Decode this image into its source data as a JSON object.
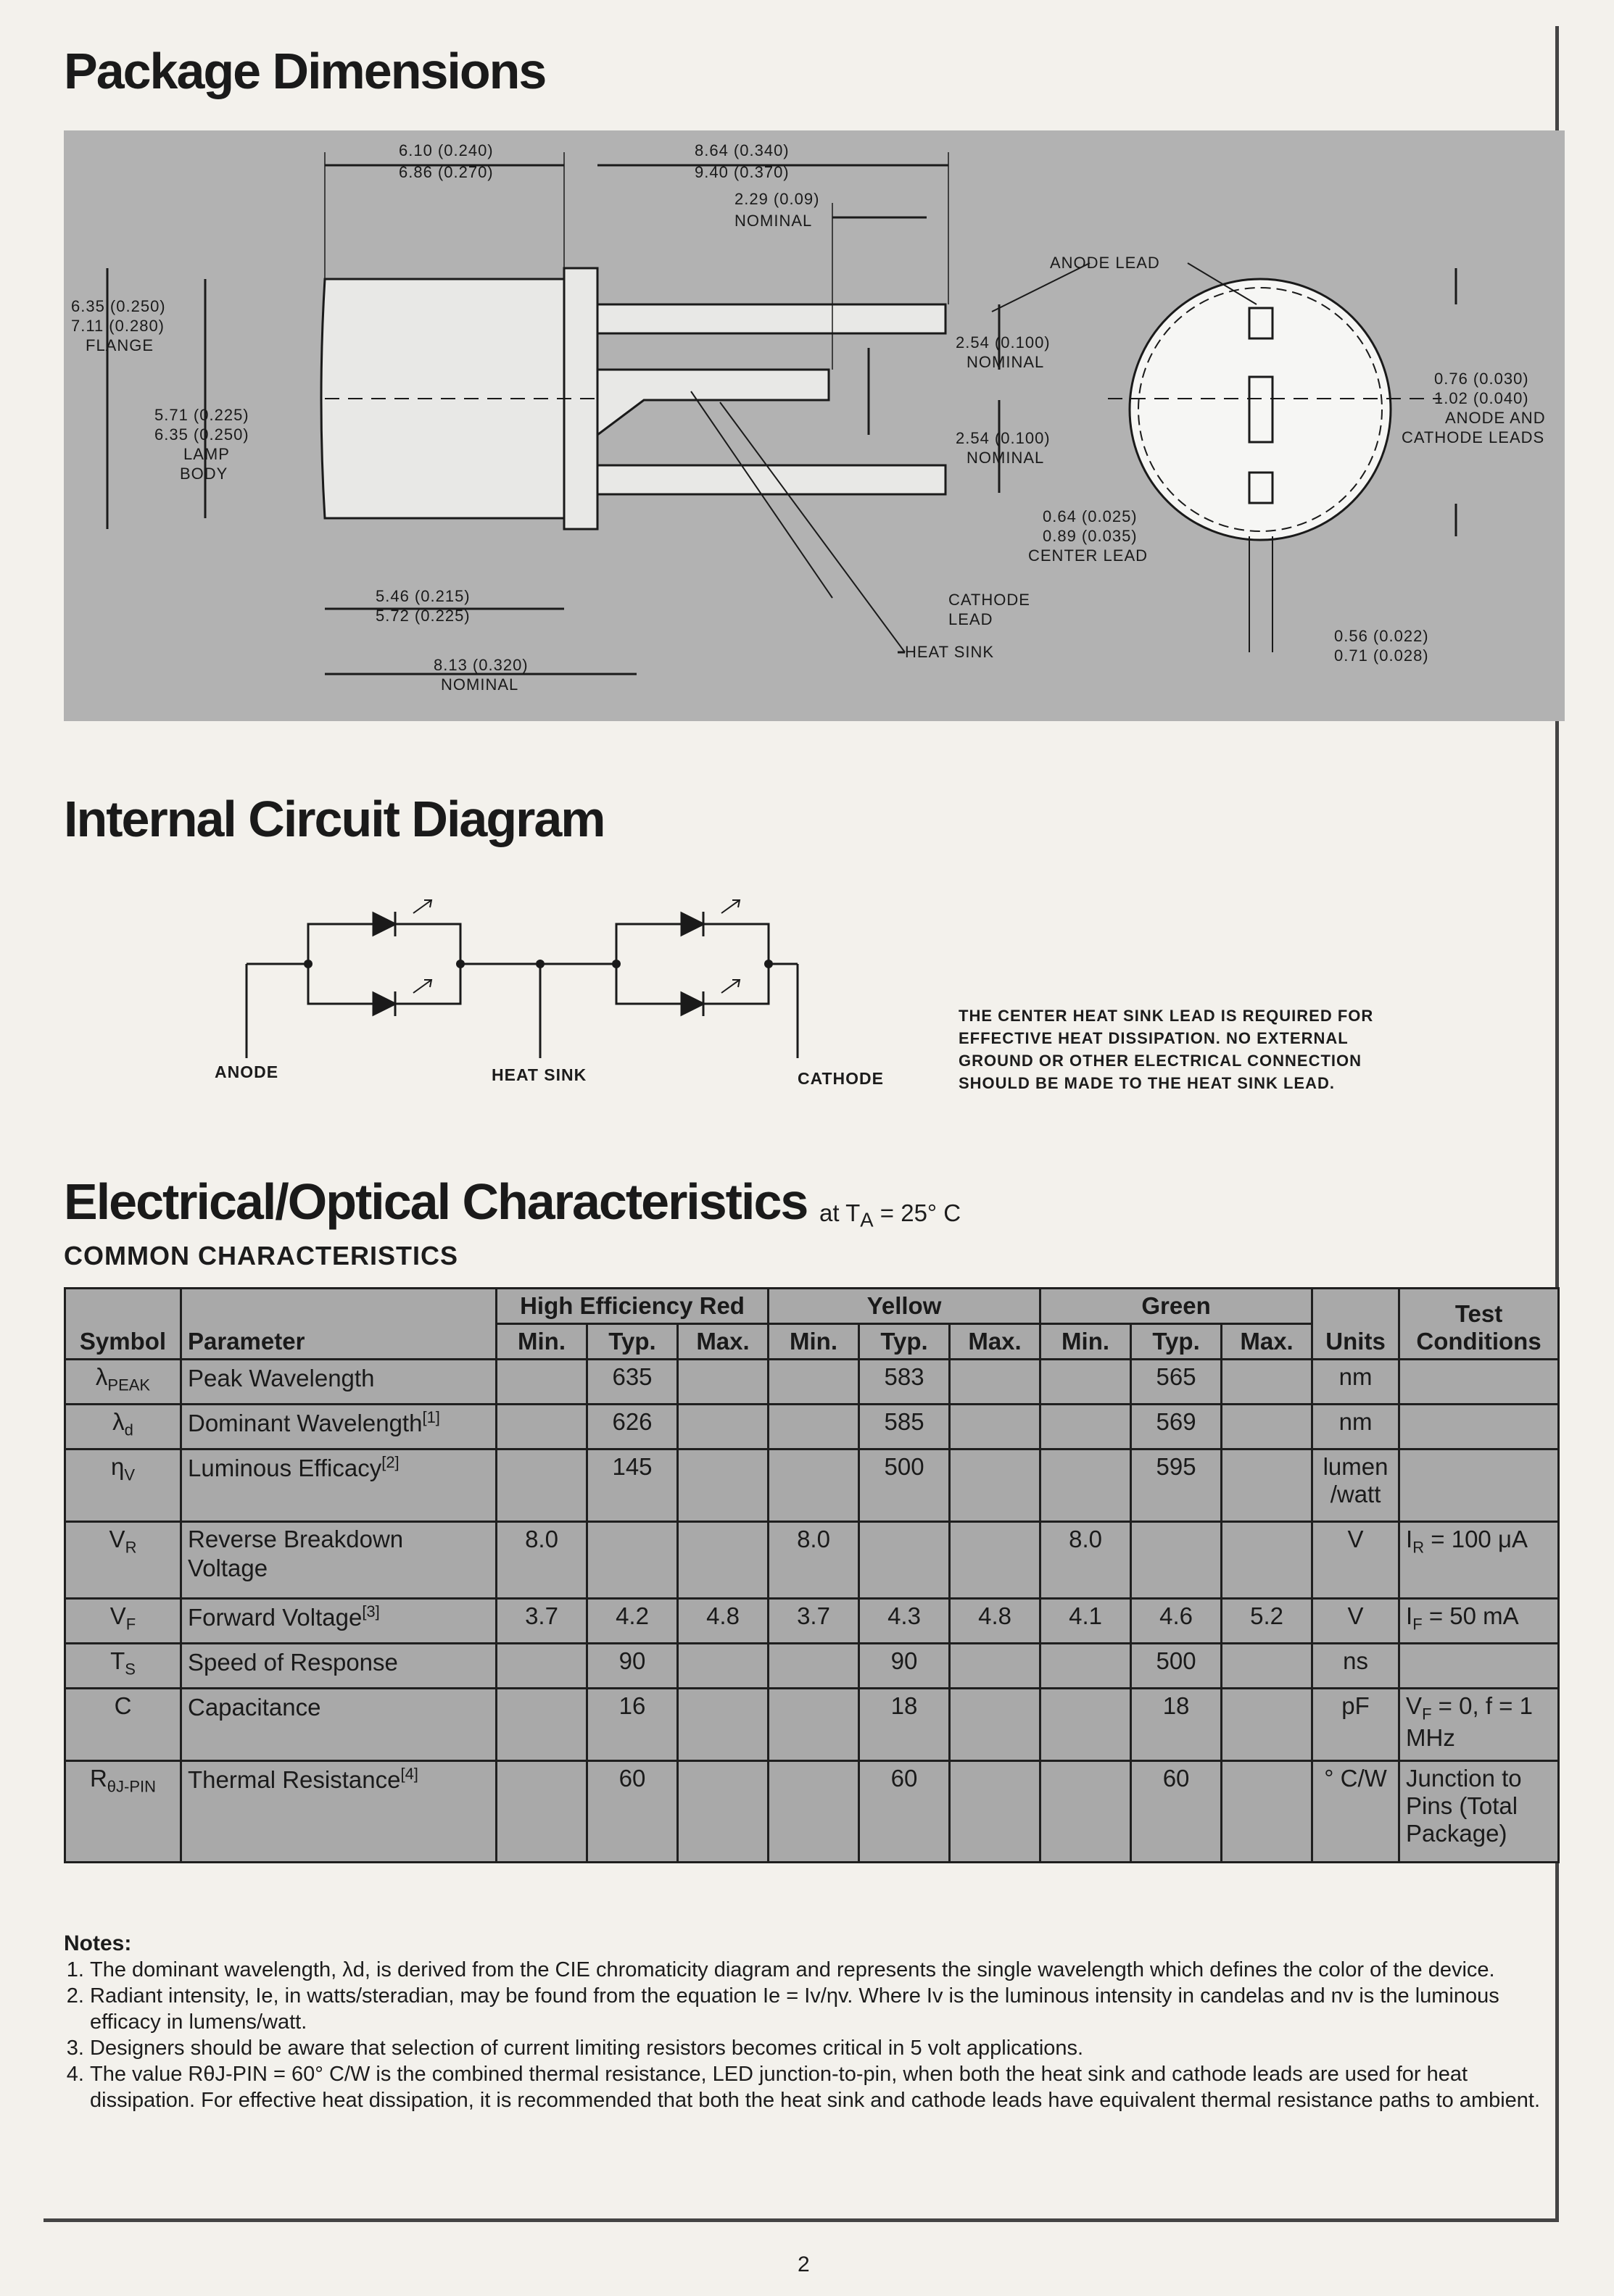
{
  "headings": {
    "package": "Package Dimensions",
    "circuit": "Internal Circuit Diagram",
    "electrical": "Electrical/Optical Characteristics",
    "ta_prefix": "at T",
    "ta_sub": "A",
    "ta_suffix": " = 25° C",
    "common": "COMMON CHARACTERISTICS"
  },
  "package_labels": {
    "d1a": "6.10 (0.240)",
    "d1b": "6.86 (0.270)",
    "d2a": "8.64 (0.340)",
    "d2b": "9.40 (0.370)",
    "d3a": "2.29 (0.09)",
    "d3b": "NOMINAL",
    "flange_a": "6.35 (0.250)",
    "flange_b": "7.11 (0.280)",
    "flange_c": "FLANGE",
    "body_a": "5.71 (0.225)",
    "body_b": "6.35 (0.250)",
    "body_c": "LAMP",
    "body_d": "BODY",
    "p1a": "2.54 (0.100)",
    "p1b": "NOMINAL",
    "p2a": "2.54 (0.100)",
    "p2b": "NOMINAL",
    "cl_a": "0.64 (0.025)",
    "cl_b": "0.89 (0.035)",
    "cl_c": "CENTER LEAD",
    "anode_lead": "ANODE LEAD",
    "ac_a": "0.76 (0.030)",
    "ac_b": "1.02 (0.040)",
    "ac_c": "ANODE AND",
    "ac_d": "CATHODE LEADS",
    "cathode_a": "CATHODE",
    "cathode_b": "LEAD",
    "heat_sink": "HEAT SINK",
    "b1a": "5.46 (0.215)",
    "b1b": "5.72 (0.225)",
    "b2a": "8.13 (0.320)",
    "b2b": "NOMINAL",
    "w1a": "0.56 (0.022)",
    "w1b": "0.71 (0.028)"
  },
  "circuit": {
    "anode": "ANODE",
    "heat_sink": "HEAT SINK",
    "cathode": "CATHODE",
    "note": "THE CENTER HEAT SINK LEAD IS REQUIRED FOR EFFECTIVE HEAT DISSIPATION. NO EXTERNAL GROUND OR OTHER ELECTRICAL CONNECTION SHOULD BE MADE TO THE HEAT SINK LEAD."
  },
  "table": {
    "h_symbol": "Symbol",
    "h_parameter": "Parameter",
    "h_red": "High Efficiency Red",
    "h_yellow": "Yellow",
    "h_green": "Green",
    "h_units": "Units",
    "h_test": "Test Conditions",
    "h_min": "Min.",
    "h_typ": "Typ.",
    "h_max": "Max.",
    "rows": [
      {
        "sym": "λ",
        "sub": "PEAK",
        "param": "Peak Wavelength",
        "sup": "",
        "v": [
          "",
          "635",
          "",
          "",
          "583",
          "",
          "",
          "565",
          ""
        ],
        "units": "nm",
        "test": ""
      },
      {
        "sym": "λ",
        "sub": "d",
        "param": "Dominant Wavelength",
        "sup": "[1]",
        "v": [
          "",
          "626",
          "",
          "",
          "585",
          "",
          "",
          "569",
          ""
        ],
        "units": "nm",
        "test": ""
      },
      {
        "sym": "η",
        "sub": "V",
        "param": "Luminous Efficacy",
        "sup": "[2]",
        "v": [
          "",
          "145",
          "",
          "",
          "500",
          "",
          "",
          "595",
          ""
        ],
        "units": "lumen /watt",
        "test": ""
      },
      {
        "sym": "V",
        "sub": "R",
        "param": "Reverse Breakdown Voltage",
        "sup": "",
        "v": [
          "8.0",
          "",
          "",
          "8.0",
          "",
          "",
          "8.0",
          "",
          ""
        ],
        "units": "V",
        "test": "I",
        "test_sub": "R",
        "test_rest": " = 100 μA"
      },
      {
        "sym": "V",
        "sub": "F",
        "param": "Forward Voltage",
        "sup": "[3]",
        "v": [
          "3.7",
          "4.2",
          "4.8",
          "3.7",
          "4.3",
          "4.8",
          "4.1",
          "4.6",
          "5.2"
        ],
        "units": "V",
        "test": "I",
        "test_sub": "F",
        "test_rest": " = 50 mA"
      },
      {
        "sym": "T",
        "sub": "S",
        "param": "Speed of Response",
        "sup": "",
        "v": [
          "",
          "90",
          "",
          "",
          "90",
          "",
          "",
          "500",
          ""
        ],
        "units": "ns",
        "test": ""
      },
      {
        "sym": "C",
        "sub": "",
        "param": "Capacitance",
        "sup": "",
        "v": [
          "",
          "16",
          "",
          "",
          "18",
          "",
          "",
          "18",
          ""
        ],
        "units": "pF",
        "test": "V",
        "test_sub": "F",
        "test_rest": " = 0, f = 1 MHz"
      },
      {
        "sym": "R",
        "sub": "θJ-PIN",
        "param": "Thermal Resistance",
        "sup": "[4]",
        "v": [
          "",
          "60",
          "",
          "",
          "60",
          "",
          "",
          "60",
          ""
        ],
        "units": "° C/W",
        "test": "Junction to Pins (Total Package)"
      }
    ]
  },
  "notes": {
    "title": "Notes:",
    "n1": "The dominant wavelength, λd, is derived from the CIE chromaticity diagram and represents the single wavelength which defines the color of the device.",
    "n2": "Radiant intensity, Ie, in watts/steradian, may be found from the equation Ie = Iv/ηv. Where Iv is the luminous intensity in candelas and nv is the luminous efficacy in lumens/watt.",
    "n3": "Designers should be aware that selection of current limiting resistors becomes critical in 5 volt applications.",
    "n4": "The value RθJ-PIN = 60° C/W is the combined thermal resistance, LED junction-to-pin, when both the heat sink and cathode leads are used for heat dissipation. For effective heat dissipation, it is recommended that both the heat sink and cathode leads have equivalent thermal resistance paths to ambient."
  },
  "page_number": "2"
}
